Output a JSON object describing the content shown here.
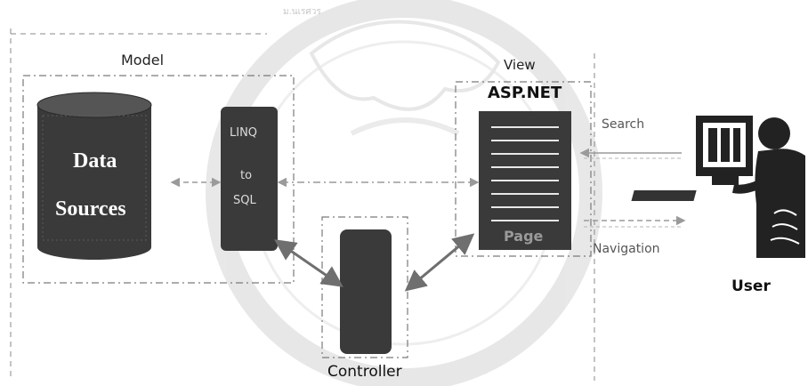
{
  "diagram": {
    "watermark_text": "ม.นเรศวร",
    "model_label": "Model",
    "view_label": "View",
    "aspnet_label": "ASP.NET",
    "data_sources_line1": "Data",
    "data_sources_line2": "Sources",
    "model_block_lines": [
      "LINQ",
      "to",
      "SQL"
    ],
    "page_label": "Page",
    "search_label": "Search",
    "navigation_label": "Navigation",
    "user_label": "User",
    "controller_label": "Controller"
  },
  "colors": {
    "block_fill": "#3a3a3a",
    "dashed_line": "#8a8a8a",
    "arrow": "#6f6f6f",
    "watermark": "#c8c8c8"
  }
}
